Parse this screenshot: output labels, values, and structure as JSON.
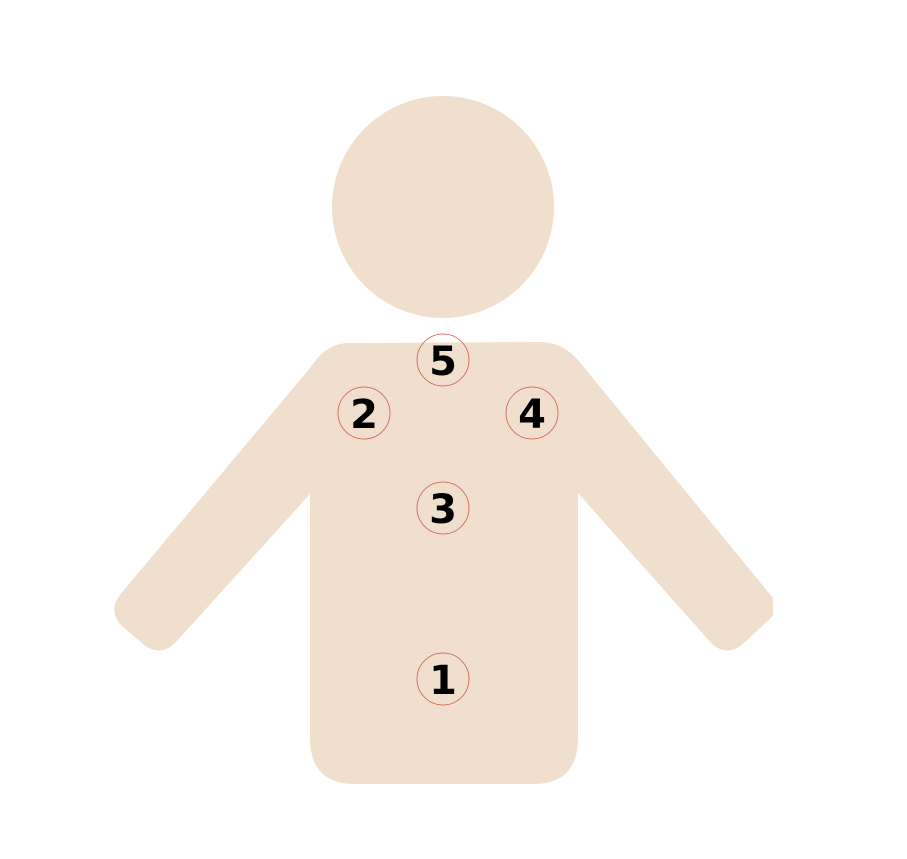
{
  "colors": {
    "background": "#ffffff",
    "body_fill": "#f0dfcd",
    "marker_stroke": "#cf5a45",
    "label_color": "#000000"
  },
  "markers": [
    {
      "id": "1",
      "label": "1"
    },
    {
      "id": "2",
      "label": "2"
    },
    {
      "id": "3",
      "label": "3"
    },
    {
      "id": "4",
      "label": "4"
    },
    {
      "id": "5",
      "label": "5"
    }
  ]
}
